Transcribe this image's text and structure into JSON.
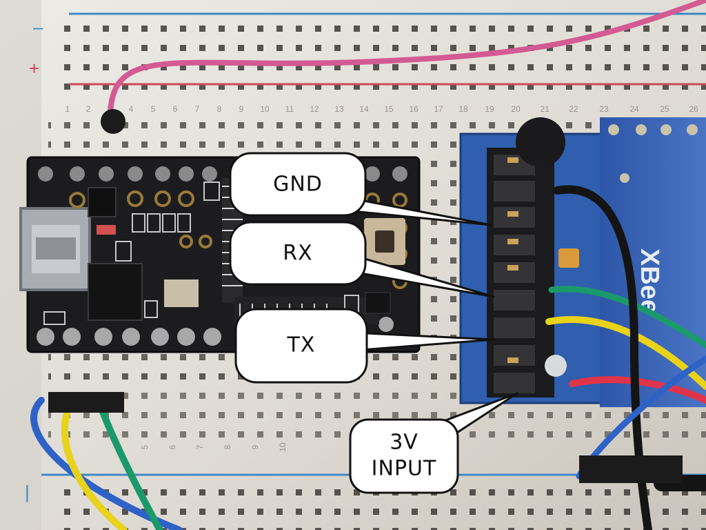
{
  "callouts": {
    "gnd": "GND",
    "rx": "RX",
    "tx": "TX",
    "input_3v_line1": "3V",
    "input_3v_line2": "INPUT"
  },
  "colors": {
    "breadboard": "#e6e3dd",
    "rail_blue": "#3f88c5",
    "rail_red": "#cc4a55",
    "pcb_black": "#1c1c1e",
    "xbee_blue": "#3a63b8",
    "wire_pink": "#d35a92",
    "wire_green": "#1a9a6a",
    "wire_yellow": "#e8d21a",
    "wire_red": "#e0344a",
    "wire_blue": "#2f62c6",
    "wire_black": "#141414"
  },
  "icons": [
    "usb-port-icon",
    "header-pin-icon",
    "callout-bubble-icon"
  ]
}
